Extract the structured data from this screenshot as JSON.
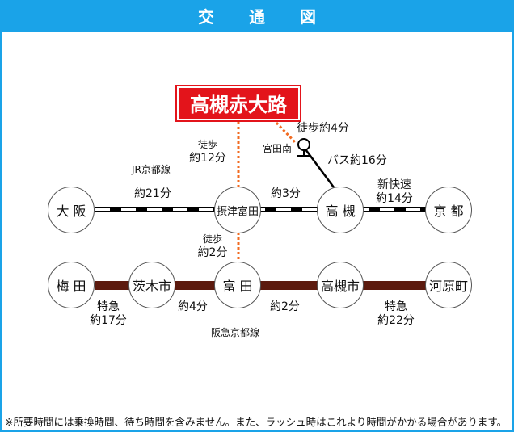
{
  "header": {
    "title": "交 通 図"
  },
  "destination": {
    "name": "高槻赤大路"
  },
  "lines": {
    "jr": {
      "name": "JR京都線",
      "color": "#000000"
    },
    "hankyu": {
      "name": "阪急京都線",
      "color": "#5c1a0e"
    }
  },
  "stations": {
    "osaka": "大 阪",
    "settsu_tonda": "摂津富田",
    "takatsuki": "高 槻",
    "kyoto": "京 都",
    "umeda": "梅 田",
    "ibaraki_shi": "茨木市",
    "tonda": "富 田",
    "takatsuki_shi": "高槻市",
    "kawaramachi": "河原町"
  },
  "bus_stop": {
    "name": "宮田南"
  },
  "segments": {
    "walk_bus_stop": "徒歩約4分",
    "walk_settsu_line1": "徒歩",
    "walk_settsu_line2": "約12分",
    "walk_tonda_line1": "徒歩",
    "walk_tonda_line2": "約2分",
    "bus": "バス約16分",
    "osaka_settsu": "約21分",
    "settsu_takatsuki": "約3分",
    "takatsuki_kyoto_line1": "新快速",
    "takatsuki_kyoto_line2": "約14分",
    "umeda_ibaraki_line1": "特急",
    "umeda_ibaraki_line2": "約17分",
    "ibaraki_tonda": "約4分",
    "tonda_takatsukishi": "約2分",
    "takatsukishi_kawaramachi_line1": "特急",
    "takatsukishi_kawaramachi_line2": "約22分"
  },
  "footer": {
    "note": "※所要時間には乗換時間、待ち時間を含みません。また、ラッシュ時はこれより時間がかかる場合があります。"
  },
  "colors": {
    "accent_blue": "#1aa3e8",
    "destination_red": "#e3141b",
    "walk_dots": "#f26b21"
  }
}
